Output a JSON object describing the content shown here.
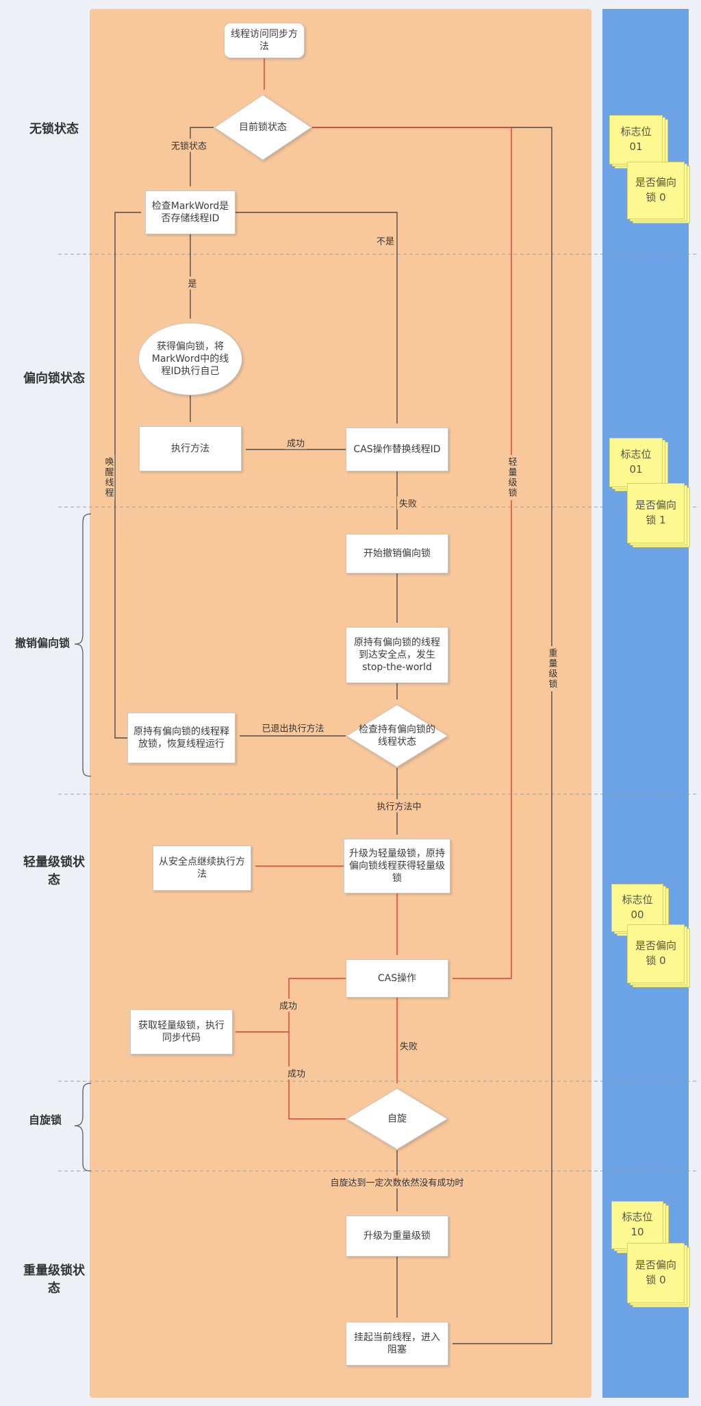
{
  "left_labels": {
    "no_lock_state": "无锁状态",
    "biased_state": "偏向锁状态",
    "revoke_bias": "撤销偏向锁",
    "lightweight_state": "轻量级锁状态",
    "spin_lock": "自旋锁",
    "heavyweight_state": "重量级锁状态"
  },
  "nodes": {
    "start": "线程访问同步方法",
    "lock_state": "目前锁状态",
    "check_markword": "检查MarkWord是否存储线程ID",
    "acquire_bias": "获得偏向锁，将MarkWord中的线程ID执行自己",
    "execute": "执行方法",
    "cas_replace": "CAS操作替换线程ID",
    "start_revoke": "开始撤销偏向锁",
    "stop_world": "原持有偏向锁的线程到达安全点，发生stop-the-world",
    "check_thread": "检查持有偏向锁的线程状态",
    "release_lock": "原持有偏向锁的线程释放锁，恢复线程运行",
    "upgrade_light": "升级为轻量级锁，原持偏向锁线程获得轻量级锁",
    "continue_safe": "从安全点继续执行方法",
    "cas_op": "CAS操作",
    "get_light": "获取轻量级锁，执行同步代码",
    "spin": "自旋",
    "upgrade_heavy": "升级为重量级锁",
    "suspend": "挂起当前线程，进入阻塞"
  },
  "edge_labels": {
    "no_lock": "无锁状态",
    "yes": "是",
    "no": "不是",
    "success_1": "成功",
    "fail_1": "失败",
    "wake_thread": "唤醒线程",
    "light_lock": "轻量级锁",
    "heavy_lock": "重量级锁",
    "exited": "已退出执行方法",
    "executing": "执行方法中",
    "success_2": "成功",
    "fail_2": "失败",
    "success_3": "成功",
    "spin_fail": "自旋达到一定次数依然没有成功时"
  },
  "notes": [
    {
      "flag": "标志位 01",
      "bias": "是否偏向锁 0"
    },
    {
      "flag": "标志位 01",
      "bias": "是否偏向锁 1"
    },
    {
      "flag": "标志位00",
      "bias": "是否偏向锁 0"
    },
    {
      "flag": "标志位10",
      "bias": "是否偏向锁 0"
    }
  ],
  "colors": {
    "panel": "#f8c89b",
    "strip": "#6ba3e6",
    "note": "#fdf88f",
    "red": "#e23b2e",
    "line": "#4a4a4a"
  }
}
